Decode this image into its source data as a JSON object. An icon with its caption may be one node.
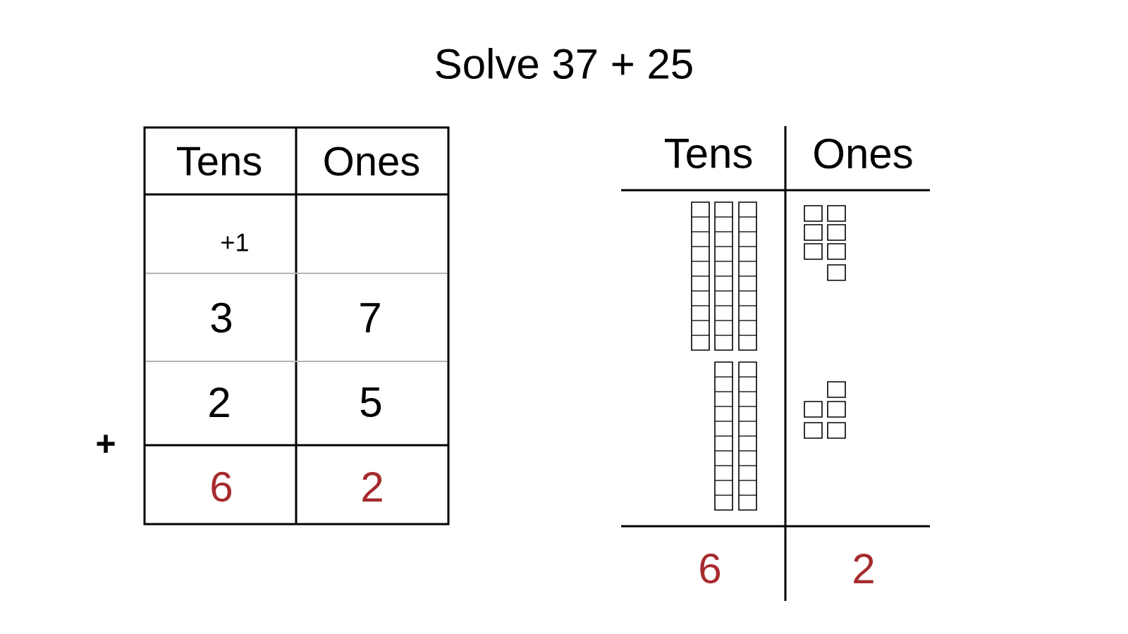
{
  "diagram": {
    "title": "Solve 37 + 25",
    "labels": [
      "Tens",
      "Ones",
      "+1",
      "3",
      "7",
      "2",
      "5",
      "+",
      "6",
      "2",
      "Tens",
      "Ones",
      "6",
      "2"
    ]
  }
}
